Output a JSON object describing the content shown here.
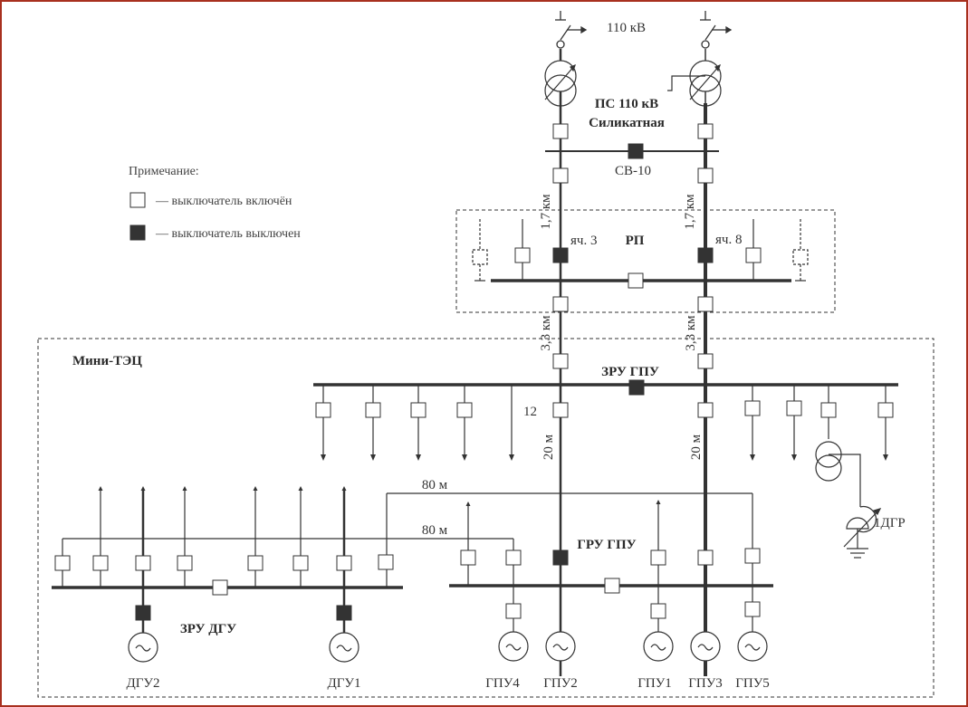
{
  "title_voltage": "110 кВ",
  "substation": {
    "line1": "ПС 110 кВ",
    "line2": "Силикатная"
  },
  "section_breaker": "СВ-10",
  "legend": {
    "title": "Примечание:",
    "closed": "— выключатель включён",
    "open": "— выключатель выключен"
  },
  "rp": {
    "title": "РП",
    "cell_left": "яч. 3",
    "cell_right": "яч. 8"
  },
  "distances": {
    "km17": "1,7 км",
    "km33": "3,3 км",
    "m20": "20 м",
    "m80": "80 м"
  },
  "mini_tec": "Мини-ТЭЦ",
  "zru_gpu": "ЗРУ ГПУ",
  "feeder_12": "12",
  "gru_gpu": "ГРУ ГПУ",
  "zru_dgu": "ЗРУ ДГУ",
  "reactor": "1ДГР",
  "generators": {
    "dgu2": "ДГУ2",
    "dgu1": "ДГУ1",
    "gpu4": "ГПУ4",
    "gpu2": "ГПУ2",
    "gpu1": "ГПУ1",
    "gpu3": "ГПУ3",
    "gpu5": "ГПУ5"
  },
  "colors": {
    "frame": "#a8301f",
    "line": "#333333",
    "open_breaker": "#333333"
  }
}
